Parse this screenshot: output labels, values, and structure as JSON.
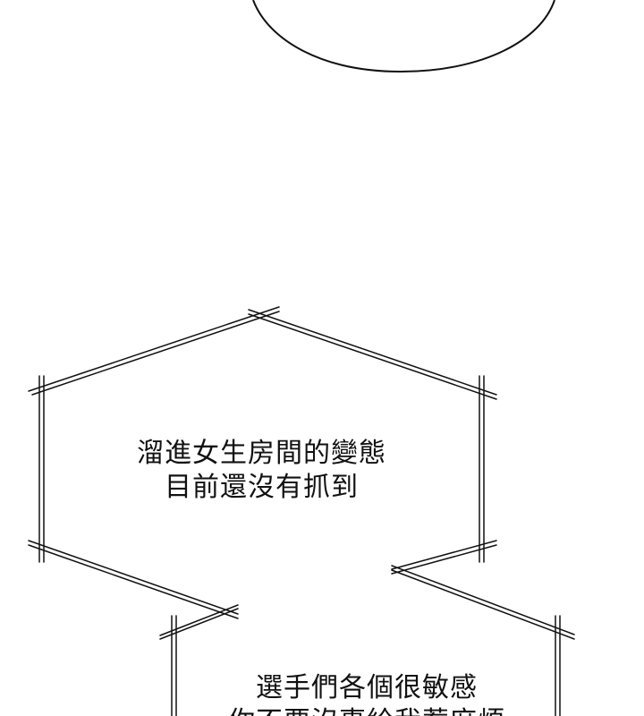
{
  "captions": {
    "first": {
      "line1": "溜進女生房間的變態",
      "line2": "目前還沒有抓到"
    },
    "second": {
      "line1": "選手們各個很敏感",
      "line2": "你不要沒事給我惹麻煩"
    }
  },
  "colors": {
    "ink": "#111111",
    "paper": "#ffffff"
  }
}
